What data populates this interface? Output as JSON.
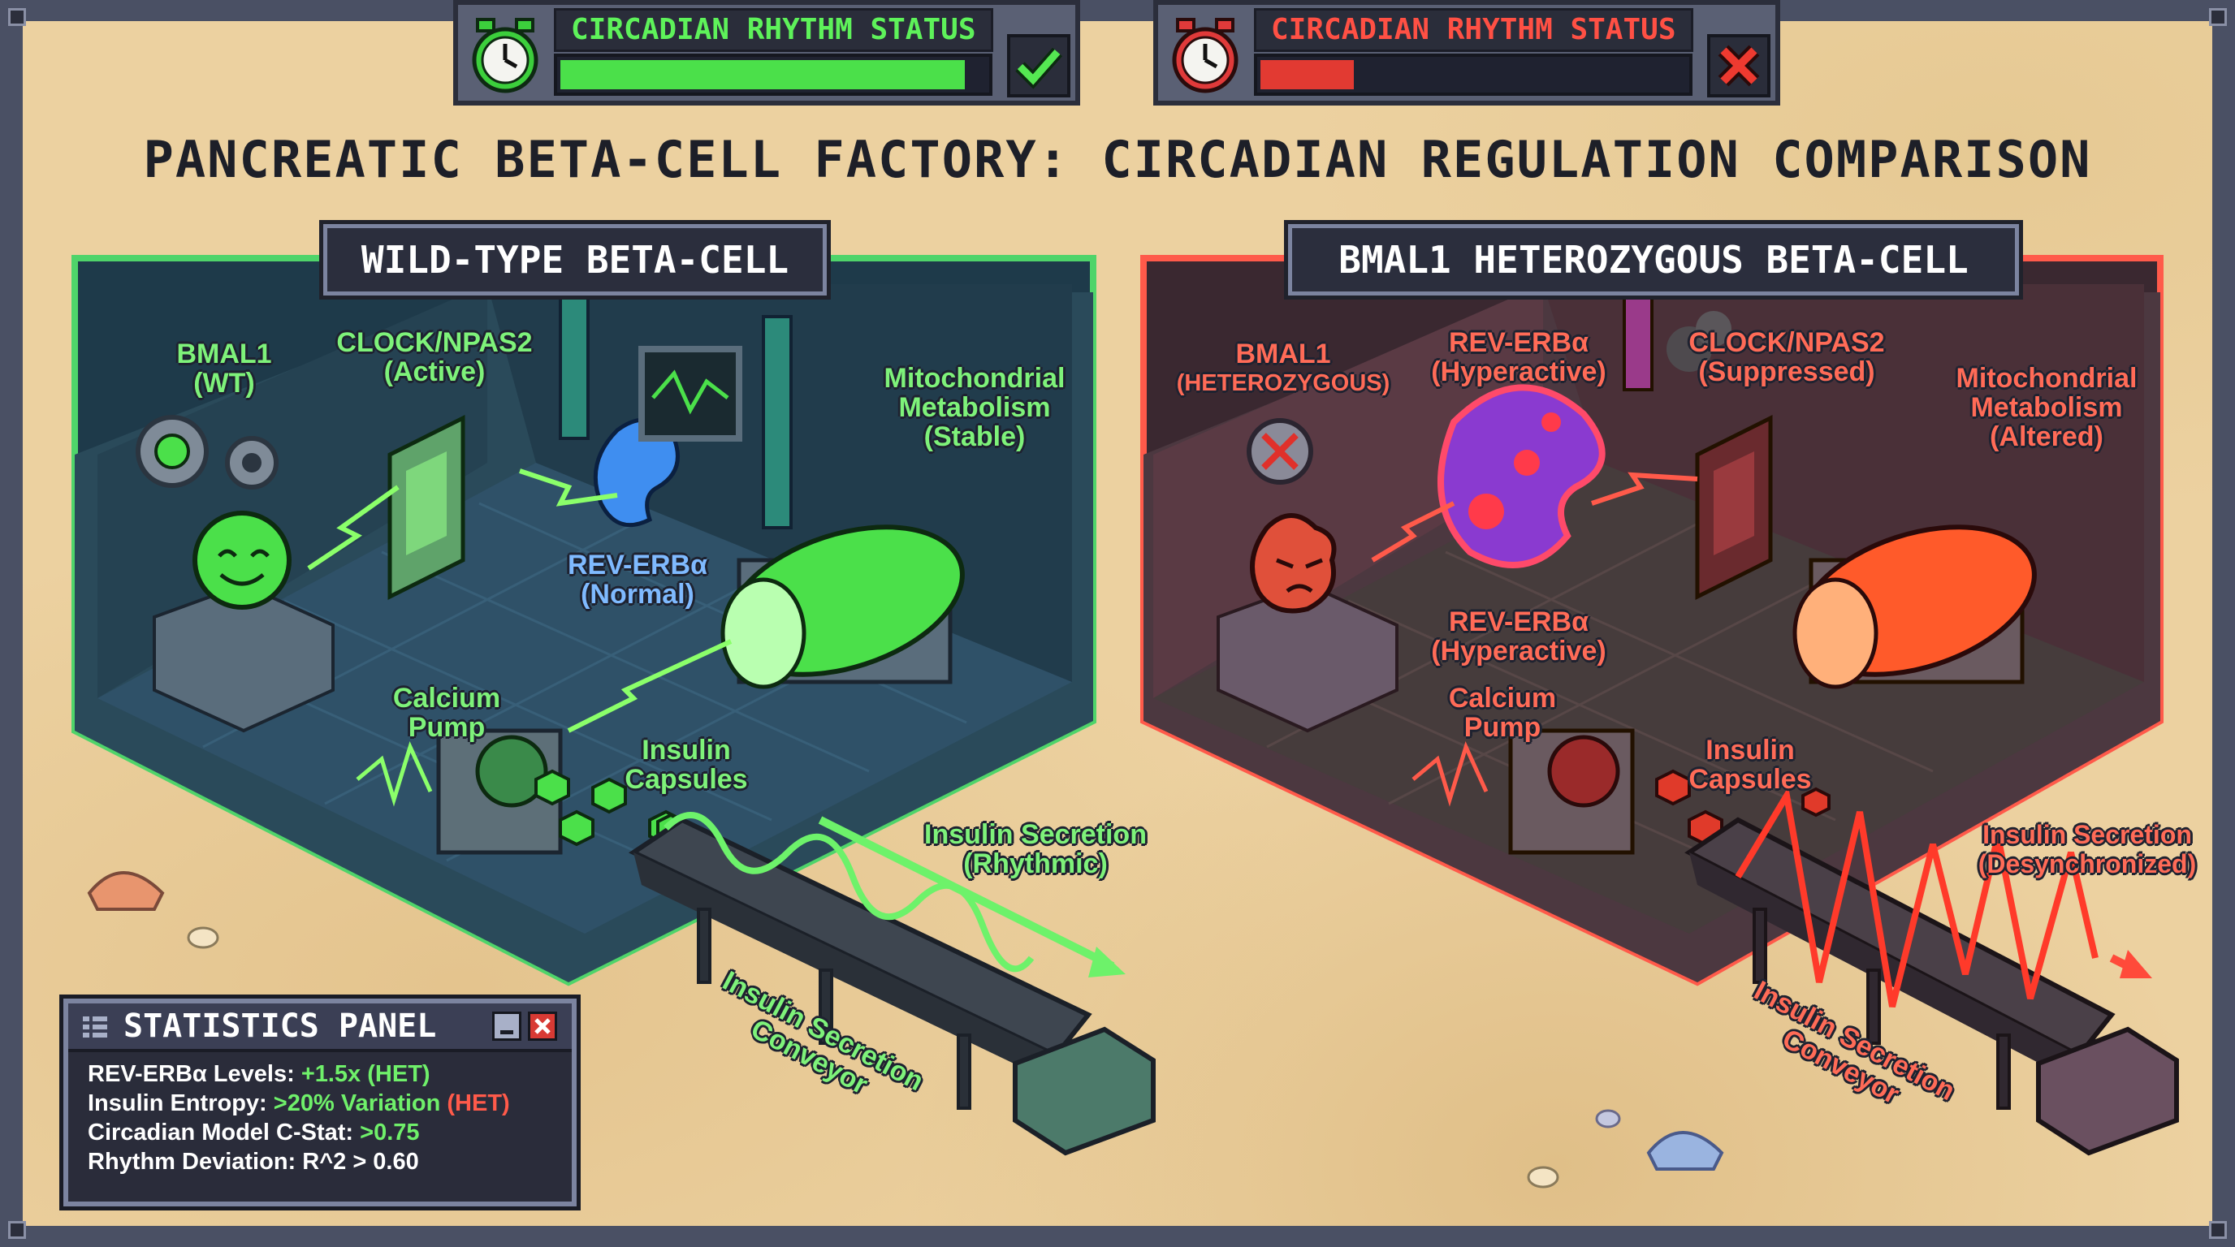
{
  "title": "PANCREATIC BETA-CELL FACTORY: CIRCADIAN REGULATION COMPARISON",
  "colors": {
    "healthy": "#5ee85a",
    "impaired": "#ff4a3d",
    "sand": "#ecd1a0",
    "frame": "#4a5064"
  },
  "status_bars": [
    {
      "label": "CIRCADIAN RHYTHM STATUS",
      "level": 0.95,
      "fill_color": "#4be04a",
      "label_color": "#5ef25a",
      "indicator": "check-icon",
      "clock_color": "#3ccf3c"
    },
    {
      "label": "CIRCADIAN RHYTHM STATUS",
      "level": 0.22,
      "fill_color": "#e23a32",
      "label_color": "#ff5044",
      "indicator": "cross-icon",
      "clock_color": "#e03a3a"
    }
  ],
  "wildtype": {
    "title": "WILD-TYPE BETA-CELL",
    "bmal1": "BMAL1",
    "bmal1_state": "(WT)",
    "clock": "CLOCK/NPAS2",
    "clock_state": "(Active)",
    "reverb": "REV-ERBα",
    "reverb_state": "(Normal)",
    "mito": "Mitochondrial",
    "mito2": "Metabolism",
    "mito_state": "(Stable)",
    "calcium": "Calcium",
    "calcium2": "Pump",
    "capsules": "Insulin",
    "capsules2": "Capsules",
    "secretion": "Insulin Secretion",
    "secretion_state": "(Rhythmic)",
    "conveyor": "Insulin Secretion",
    "conveyor2": "Conveyor"
  },
  "het": {
    "title": "BMAL1 HETEROZYGOUS BETA-CELL",
    "bmal1": "BMAL1",
    "bmal1_state": "(HETEROZYGOUS)",
    "reverb": "REV-ERBα",
    "reverb_state": "(Hyperactive)",
    "clock": "CLOCK/NPAS2",
    "clock_state": "(Suppressed)",
    "mito": "Mitochondrial",
    "mito2": "Metabolism",
    "mito_state": "(Altered)",
    "reverb_b": "REV-ERBα",
    "reverb_b_state": "(Hyperactive)",
    "calcium": "Calcium",
    "calcium2": "Pump",
    "capsules": "Insulin",
    "capsules2": "Capsules",
    "secretion": "Insulin Secretion",
    "secretion_state": "(Desynchronized)",
    "conveyor": "Insulin Secretion",
    "conveyor2": "Conveyor"
  },
  "stats": {
    "title": "STATISTICS PANEL",
    "rows": [
      {
        "label": "REV-ERBα Levels: ",
        "value": "+1.5x (HET)",
        "value_color": "#6ff06a",
        "extra": ""
      },
      {
        "label": "Insulin Entropy: ",
        "value": ">20% Variation",
        "value_color": "#6ff06a",
        "extra": " (HET)"
      },
      {
        "label": "Circadian Model C-Stat: ",
        "value": ">0.75",
        "value_color": "#6ff06a",
        "extra": ""
      },
      {
        "label": "Rhythm Deviation: ",
        "value": "R^2 > 0.60",
        "value_color": "#ffffff",
        "extra": ""
      }
    ]
  }
}
